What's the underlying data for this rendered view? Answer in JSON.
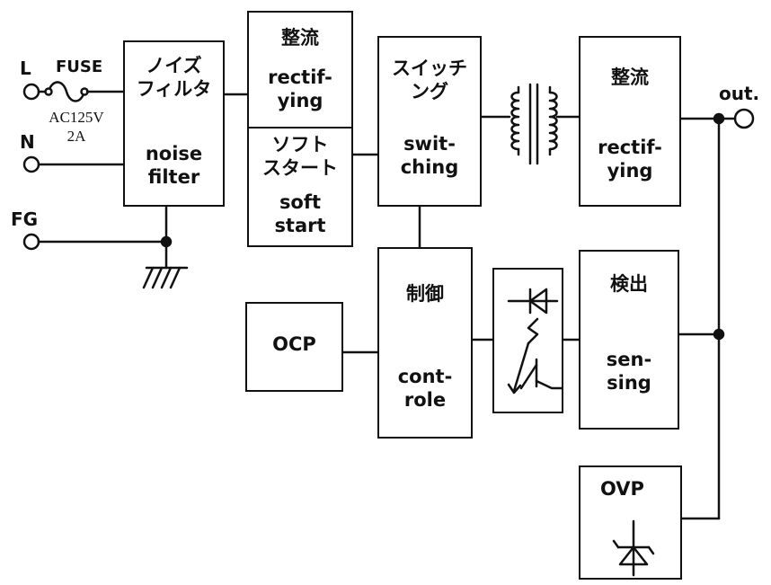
{
  "terminals": {
    "l": "L",
    "n": "N",
    "fg": "FG",
    "out": "out."
  },
  "fuse": {
    "label": "FUSE",
    "rating": "AC125V\n2A"
  },
  "blocks": {
    "noise_filter": {
      "jp": "ノイズ\nフィルタ",
      "en": "noise\nfilter"
    },
    "rectifying_in": {
      "jp": "整流",
      "en": "rectif-\nying"
    },
    "soft_start": {
      "jp": "ソフト\nスタート",
      "en": "soft\nstart"
    },
    "switching": {
      "jp": "スイッチ\nング",
      "en": "swit-\nching"
    },
    "rectifying_out": {
      "jp": "整流",
      "en": "rectif-\nying"
    },
    "control": {
      "jp": "制御",
      "en": "cont-\nrole"
    },
    "ocp": {
      "en": "OCP"
    },
    "sensing": {
      "jp": "検出",
      "en": "sen-\nsing"
    },
    "ovp": {
      "en": "OVP"
    }
  }
}
